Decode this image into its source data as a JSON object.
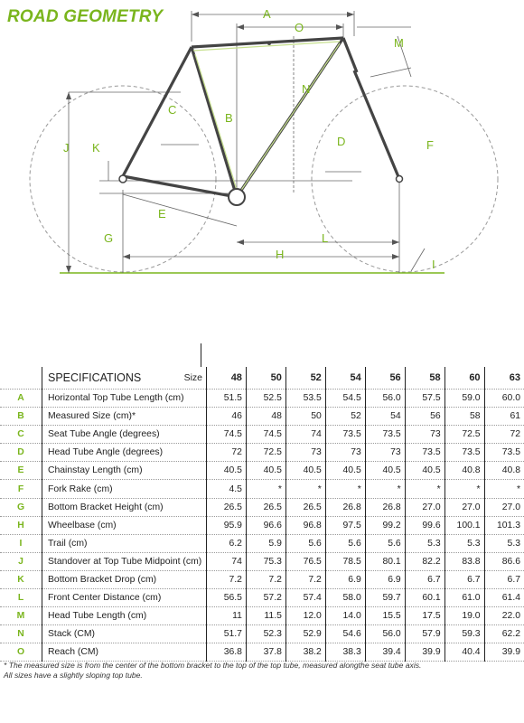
{
  "title": "ROAD GEOMETRY",
  "diagram_labels": [
    "A",
    "O",
    "M",
    "N",
    "B",
    "C",
    "K",
    "J",
    "D",
    "F",
    "E",
    "G",
    "L",
    "H",
    "I"
  ],
  "colors": {
    "accent": "#7ab51d",
    "frame": "#444444",
    "guide": "#888888"
  },
  "table": {
    "header": "SPECIFICATIONS",
    "size_label": "Size",
    "sizes": [
      "48",
      "50",
      "52",
      "54",
      "56",
      "58",
      "60",
      "63"
    ],
    "rows": [
      {
        "letter": "A",
        "name": "Horizontal Top Tube Length (cm)",
        "values": [
          "51.5",
          "52.5",
          "53.5",
          "54.5",
          "56.0",
          "57.5",
          "59.0",
          "60.0"
        ]
      },
      {
        "letter": "B",
        "name": "Measured Size (cm)*",
        "values": [
          "46",
          "48",
          "50",
          "52",
          "54",
          "56",
          "58",
          "61"
        ]
      },
      {
        "letter": "C",
        "name": "Seat Tube Angle (degrees)",
        "values": [
          "74.5",
          "74.5",
          "74",
          "73.5",
          "73.5",
          "73",
          "72.5",
          "72"
        ]
      },
      {
        "letter": "D",
        "name": "Head Tube Angle (degrees)",
        "values": [
          "72",
          "72.5",
          "73",
          "73",
          "73",
          "73.5",
          "73.5",
          "73.5"
        ]
      },
      {
        "letter": "E",
        "name": "Chainstay Length (cm)",
        "values": [
          "40.5",
          "40.5",
          "40.5",
          "40.5",
          "40.5",
          "40.5",
          "40.8",
          "40.8"
        ]
      },
      {
        "letter": "F",
        "name": "Fork Rake (cm)",
        "values": [
          "4.5",
          "*",
          "*",
          "*",
          "*",
          "*",
          "*",
          "*"
        ]
      },
      {
        "letter": "G",
        "name": "Bottom Bracket Height (cm)",
        "values": [
          "26.5",
          "26.5",
          "26.5",
          "26.8",
          "26.8",
          "27.0",
          "27.0",
          "27.0"
        ]
      },
      {
        "letter": "H",
        "name": "Wheelbase (cm)",
        "values": [
          "95.9",
          "96.6",
          "96.8",
          "97.5",
          "99.2",
          "99.6",
          "100.1",
          "101.3"
        ]
      },
      {
        "letter": "I",
        "name": "Trail (cm)",
        "values": [
          "6.2",
          "5.9",
          "5.6",
          "5.6",
          "5.6",
          "5.3",
          "5.3",
          "5.3"
        ]
      },
      {
        "letter": "J",
        "name": "Standover at Top Tube Midpoint (cm)",
        "values": [
          "74",
          "75.3",
          "76.5",
          "78.5",
          "80.1",
          "82.2",
          "83.8",
          "86.6"
        ]
      },
      {
        "letter": "K",
        "name": "Bottom Bracket Drop (cm)",
        "values": [
          "7.2",
          "7.2",
          "7.2",
          "6.9",
          "6.9",
          "6.7",
          "6.7",
          "6.7"
        ]
      },
      {
        "letter": "L",
        "name": "Front Center Distance (cm)",
        "values": [
          "56.5",
          "57.2",
          "57.4",
          "58.0",
          "59.7",
          "60.1",
          "61.0",
          "61.4"
        ]
      },
      {
        "letter": "M",
        "name": "Head Tube Length (cm)",
        "values": [
          "11",
          "11.5",
          "12.0",
          "14.0",
          "15.5",
          "17.5",
          "19.0",
          "22.0"
        ]
      },
      {
        "letter": "N",
        "name": "Stack (CM)",
        "values": [
          "51.7",
          "52.3",
          "52.9",
          "54.6",
          "56.0",
          "57.9",
          "59.3",
          "62.2"
        ]
      },
      {
        "letter": "O",
        "name": "Reach (CM)",
        "values": [
          "36.8",
          "37.8",
          "38.2",
          "38.3",
          "39.4",
          "39.9",
          "40.4",
          "39.9"
        ]
      }
    ]
  },
  "footnote": [
    "* The measured size is from the center of the bottom bracket to the top of the top tube, measured alongthe seat tube axis.",
    "All sizes have a slightly sloping top tube."
  ]
}
